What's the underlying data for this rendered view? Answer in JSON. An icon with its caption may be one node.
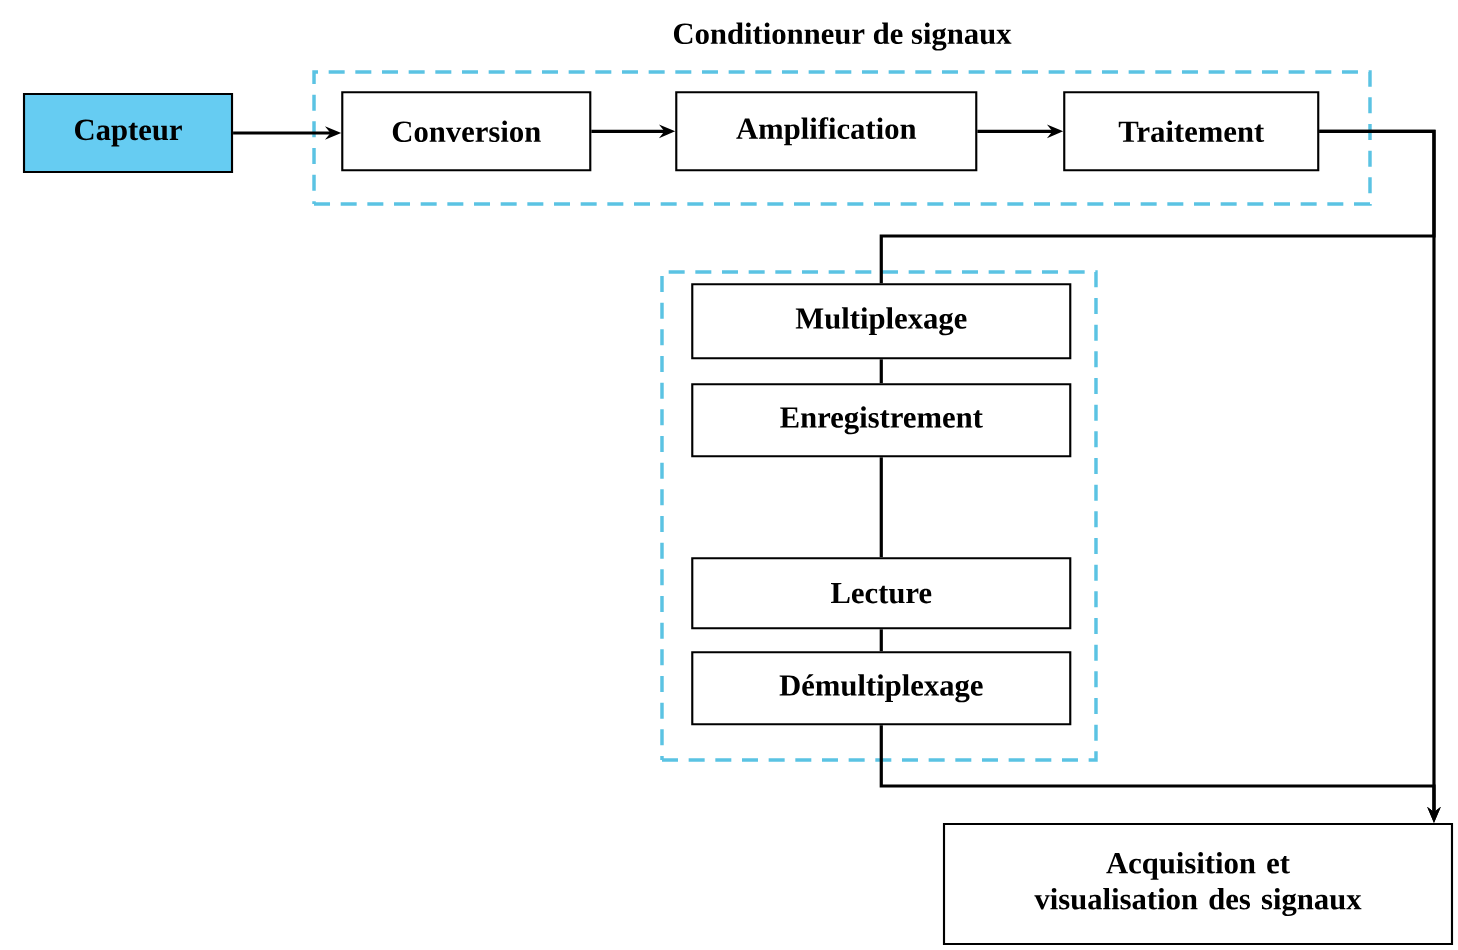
{
  "diagram": {
    "nodes": [
      {
        "text": [
          "Capteur"
        ]
      },
      {
        "text": [
          "Conditionneur de signaux"
        ]
      },
      {
        "text": [
          "Conversion"
        ],
        "in": 1
      },
      {
        "text": [
          "Amplification"
        ],
        "in": 1
      },
      {
        "text": [
          "Traitement"
        ],
        "in": 1
      },
      {
        "text": [],
        "shape": "box"
      },
      {
        "text": [
          "Multiplexage"
        ],
        "in": 5
      },
      {
        "text": [
          "Enregistrement"
        ],
        "in": 5
      },
      {
        "text": [
          "Lecture"
        ],
        "in": 5
      },
      {
        "text": [
          "Démultiplexage"
        ],
        "in": 5
      },
      {
        "text": [
          "Acquisition et visualisation des signaux"
        ]
      }
    ],
    "edges": [
      {
        "from": 0,
        "to": 2,
        "arrow": "to"
      },
      {
        "from": 2,
        "to": 3,
        "arrow": "to"
      },
      {
        "from": 3,
        "to": 4,
        "arrow": "to"
      },
      {
        "from": 4,
        "to": 10,
        "arrow": "to"
      },
      {
        "from": 4,
        "to": 6,
        "arrow": "none"
      },
      {
        "from": 6,
        "to": 7,
        "arrow": "none"
      },
      {
        "from": 7,
        "to": 8,
        "arrow": "none"
      },
      {
        "from": 8,
        "to": 9,
        "arrow": "none"
      },
      {
        "from": 9,
        "to": 10,
        "arrow": "to"
      }
    ]
  }
}
